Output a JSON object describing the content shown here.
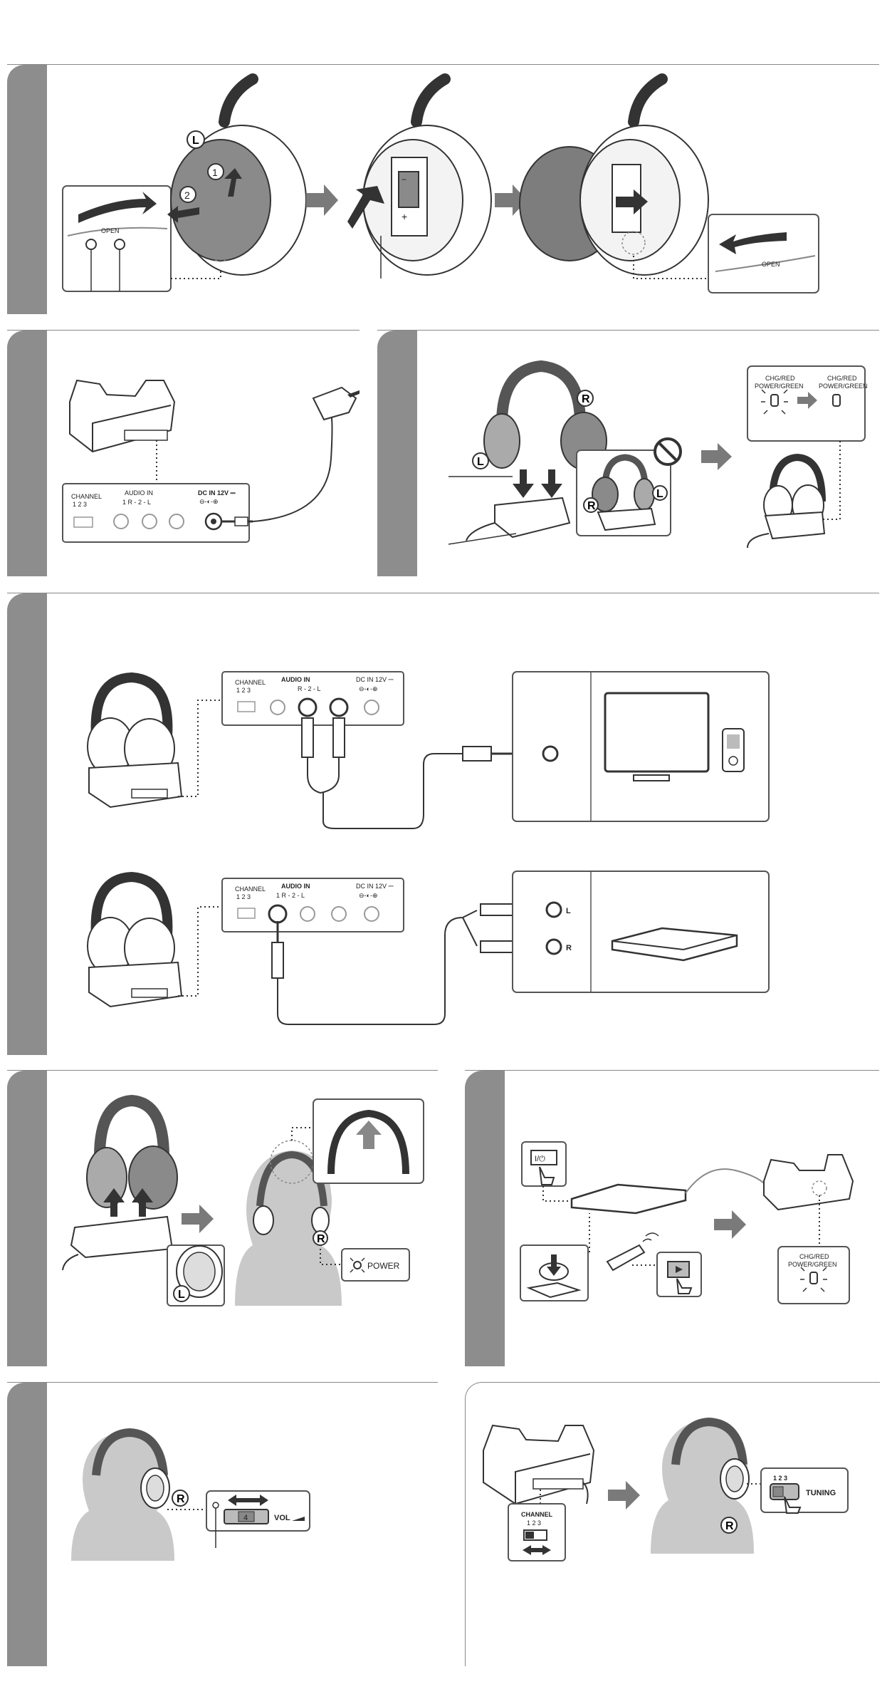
{
  "panels": {
    "p1": {
      "label_L": "L",
      "step1": "1",
      "step2": "2",
      "open_text": "OPEN",
      "minus": "−",
      "plus": "+"
    },
    "p2": {
      "channel": "CHANNEL",
      "channel_nums": "1  2  3",
      "audio_in": "AUDIO IN",
      "audio_sub": "1   R - 2 - L",
      "dc_in": "DC IN 12V ⎓",
      "dc_sym": "⊖-◐-⊕"
    },
    "p3": {
      "chg_red": "CHG/RED",
      "power_green": "POWER/GREEN",
      "label_L": "L",
      "label_R": "R"
    },
    "p4": {
      "channel": "CHANNEL",
      "channel_nums": "1  2  3",
      "audio_in": "AUDIO IN",
      "audio_sub_top": "R - 2 - L",
      "audio_sub_bot": "1   R - 2 - L",
      "dc_in": "DC IN 12V ⎓",
      "dc_sym": "⊖-◐-⊕",
      "jack_l": "L",
      "jack_r": "R"
    },
    "p5": {
      "label_L": "L",
      "label_R": "R",
      "power": "POWER"
    },
    "p6": {
      "power_btn": "I/⏻",
      "chg_red": "CHG/RED",
      "power_green": "POWER/GREEN"
    },
    "p7": {
      "label_R": "R",
      "vol_value": "4",
      "vol": "VOL"
    },
    "p8": {
      "channel": "CHANNEL",
      "channel_nums": "1  2  3",
      "tuning_nums": "1  2  3",
      "tuning": "TUNING",
      "label_R": "R"
    }
  }
}
